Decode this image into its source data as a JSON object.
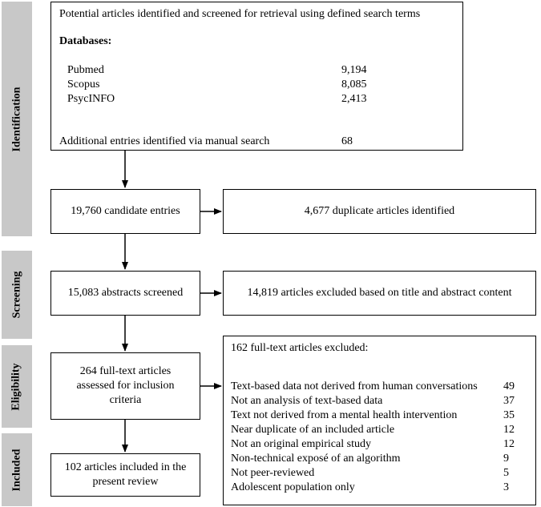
{
  "stages": {
    "identification": "Identification",
    "screening": "Screening",
    "eligibility": "Eligibility",
    "included": "Included"
  },
  "identification_box": {
    "heading": "Potential articles identified and screened for retrieval using defined search terms",
    "databases_label": "Databases:",
    "databases": [
      {
        "name": "Pubmed",
        "count": "9,194"
      },
      {
        "name": "Scopus",
        "count": "8,085"
      },
      {
        "name": "PsycINFO",
        "count": "2,413"
      }
    ],
    "manual": {
      "name": "Additional entries identified via manual search",
      "count": "68"
    }
  },
  "candidates": "19,760 candidate entries",
  "duplicates": "4,677 duplicate articles identified",
  "screened": "15,083 abstracts screened",
  "excluded_abstract": "14,819 articles excluded based on title and abstract content",
  "fulltext_assessed": "264 full-text articles assessed for inclusion criteria",
  "included": "102 articles included in the present review",
  "fulltext_excluded": {
    "heading": "162 full-text articles excluded:",
    "reasons": [
      {
        "reason": "Text-based data not derived from human conversations",
        "count": "49"
      },
      {
        "reason": "Not an analysis of text-based data",
        "count": "37"
      },
      {
        "reason": "Text not derived from a mental health intervention",
        "count": "35"
      },
      {
        "reason": "Near duplicate of an included article",
        "count": "12"
      },
      {
        "reason": "Not an original empirical study",
        "count": "12"
      },
      {
        "reason": "Non-technical exposé of an algorithm",
        "count": "9"
      },
      {
        "reason": "Not peer-reviewed",
        "count": "5"
      },
      {
        "reason": "Adolescent population only",
        "count": "3"
      }
    ]
  }
}
